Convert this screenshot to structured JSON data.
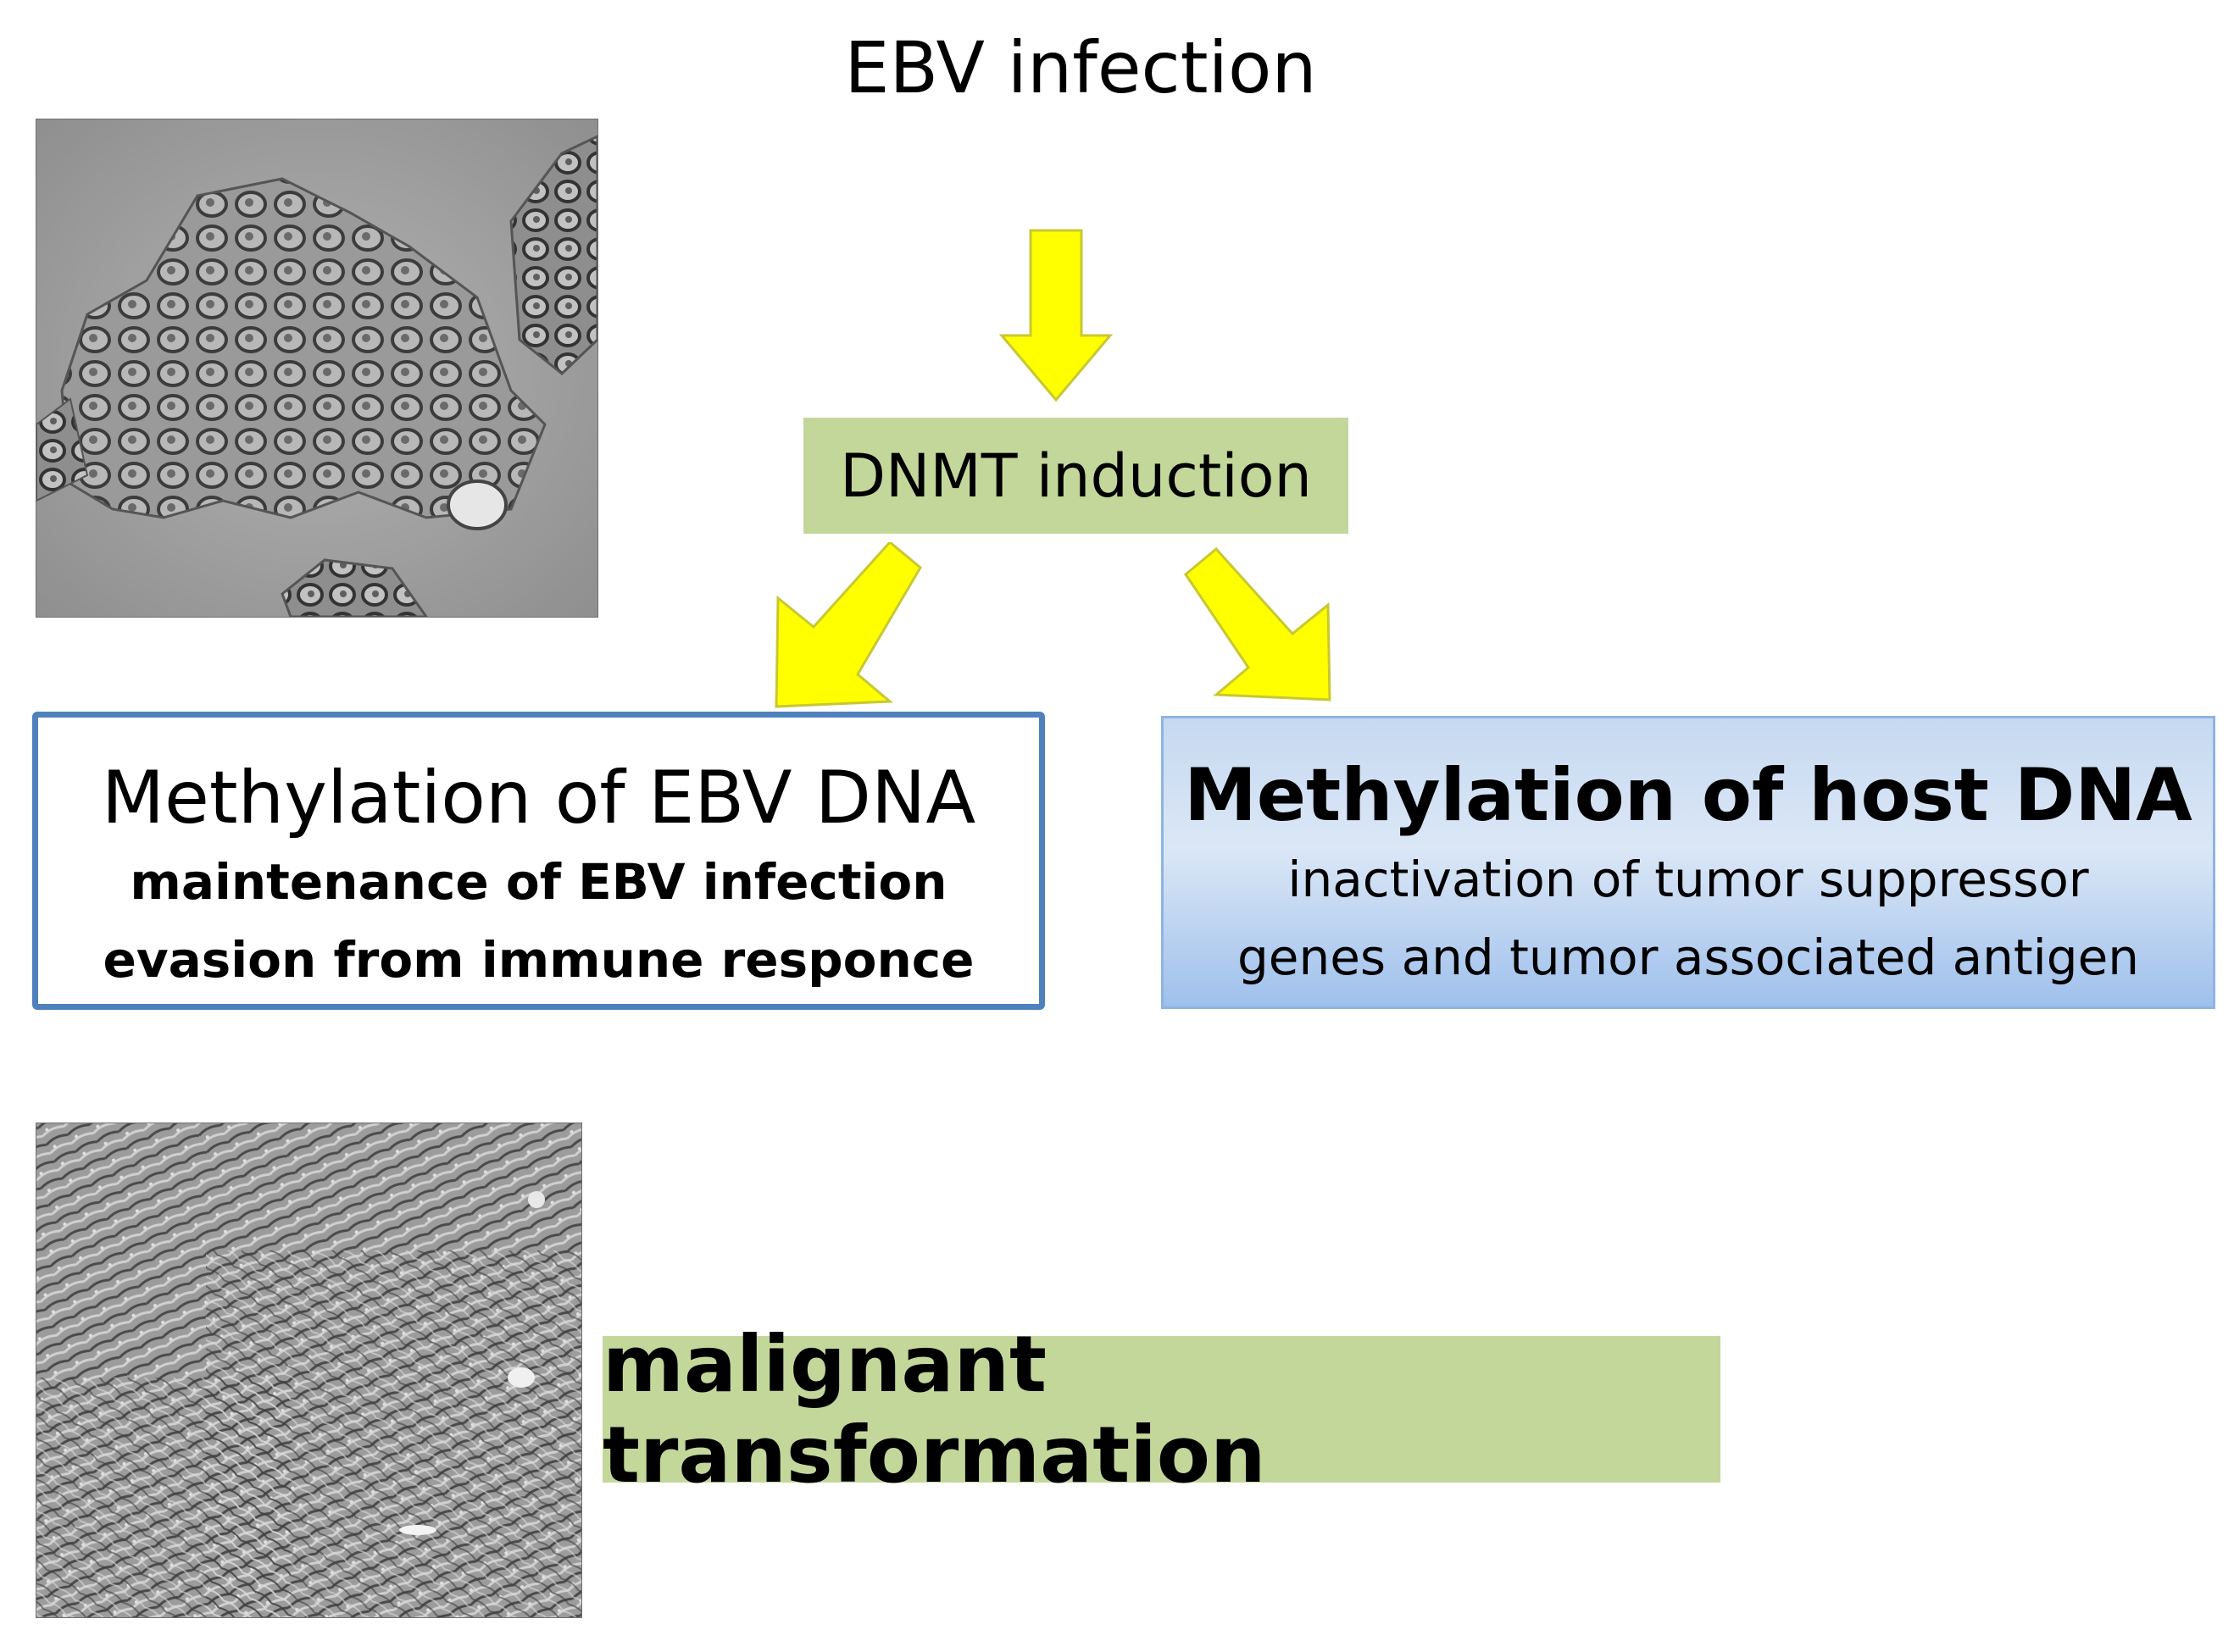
{
  "title": "EBV infection",
  "dnmt": {
    "label": "DNMT induction"
  },
  "ebv_methylation": {
    "title": "Methylation of EBV DNA",
    "lines": [
      "maintenance of EBV infection",
      "evasion from immune responce"
    ]
  },
  "host_methylation": {
    "title": "Methylation of host DNA",
    "lines": [
      "inactivation of tumor suppressor",
      "genes and tumor associated antigen"
    ]
  },
  "outcome": {
    "label": "malignant transformation"
  },
  "colors": {
    "arrow_fill": "#ffff00",
    "arrow_stroke": "#c8c832",
    "green_box": "#c4d79b",
    "blue_border": "#4f81bd",
    "blue_gradient": "#c6d9f1"
  },
  "icons": {
    "top_image": "microscopy-epithelial-cell-cluster",
    "bottom_image": "microscopy-transformed-cell-monolayer"
  }
}
